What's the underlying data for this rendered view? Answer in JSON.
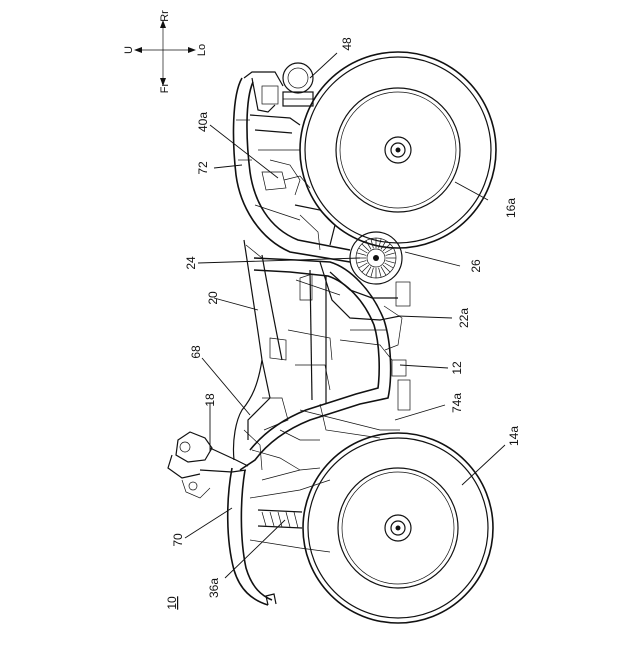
{
  "figure": {
    "overall_label": "10",
    "compass": {
      "up": "Rr",
      "down": "Fr",
      "left": "U",
      "right": "Lo"
    },
    "callouts": {
      "c48": "48",
      "c40a": "40a",
      "c72": "72",
      "c16a": "16a",
      "c24": "24",
      "c26": "26",
      "c20": "20",
      "c22a": "22a",
      "c68": "68",
      "c12": "12",
      "c18": "18",
      "c74a": "74a",
      "c14a": "14a",
      "c70": "70",
      "c36a": "36a"
    }
  }
}
